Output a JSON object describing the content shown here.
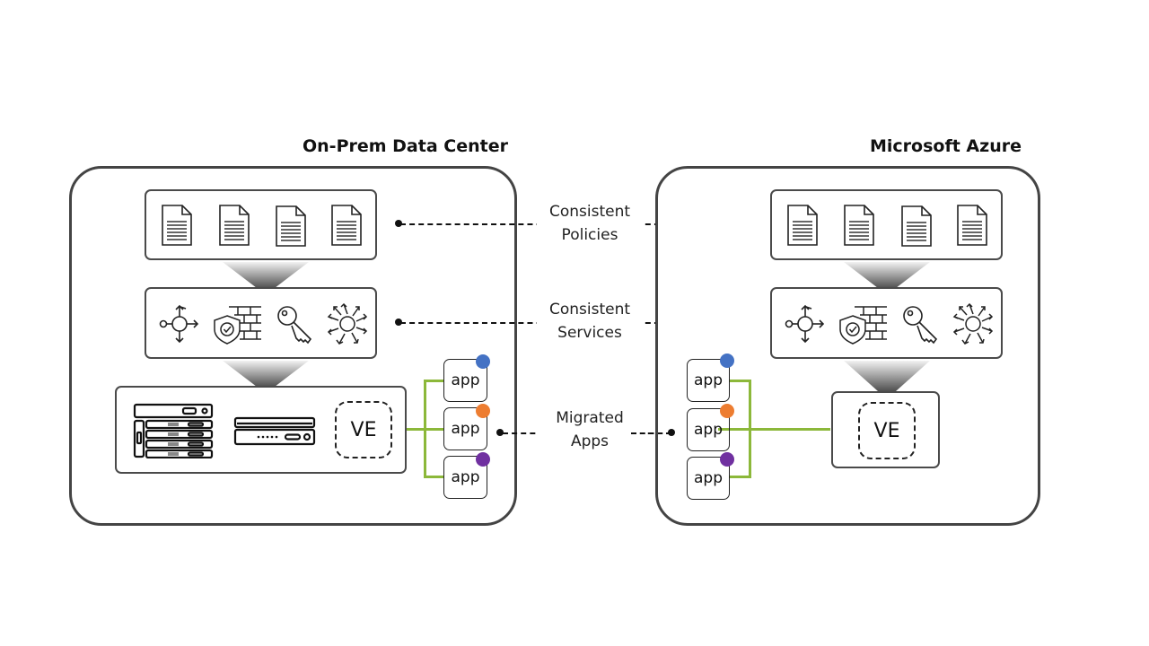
{
  "sites": {
    "onprem": {
      "title": "On-Prem Data Center",
      "policy_icons": [
        "document-icon",
        "document-icon",
        "document-icon",
        "document-icon"
      ],
      "service_icons": [
        "traffic-routing-icon",
        "firewall-shield-icon",
        "key-icon",
        "ddos-burst-icon"
      ],
      "hardware_icons": [
        "server-rack-icon",
        "appliance-icon"
      ],
      "ve_label": "VE",
      "apps": [
        {
          "label": "app",
          "badge_color": "#4472c4"
        },
        {
          "label": "app",
          "badge_color": "#ed7d31"
        },
        {
          "label": "app",
          "badge_color": "#7030a0"
        }
      ]
    },
    "azure": {
      "title": "Microsoft Azure",
      "policy_icons": [
        "document-icon",
        "document-icon",
        "document-icon",
        "document-icon"
      ],
      "service_icons": [
        "traffic-routing-icon",
        "firewall-shield-icon",
        "key-icon",
        "ddos-burst-icon"
      ],
      "ve_label": "VE",
      "apps": [
        {
          "label": "app",
          "badge_color": "#4472c4"
        },
        {
          "label": "app",
          "badge_color": "#ed7d31"
        },
        {
          "label": "app",
          "badge_color": "#7030a0"
        }
      ]
    }
  },
  "connectors": [
    {
      "line1": "Consistent",
      "line2": "Policies"
    },
    {
      "line1": "Consistent",
      "line2": "Services"
    },
    {
      "line1": "Migrated",
      "line2": "Apps"
    }
  ],
  "colors": {
    "link_green": "#8cb83a",
    "border": "#444444"
  }
}
